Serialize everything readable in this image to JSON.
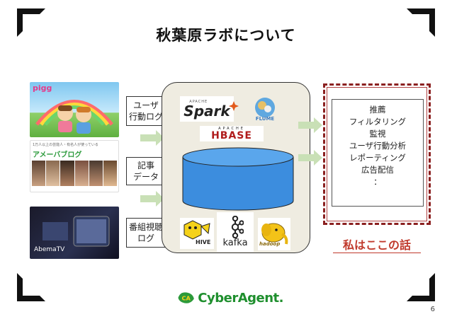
{
  "title": "秋葉原ラボについて",
  "services": [
    {
      "name": "pigg",
      "text": "pigg"
    },
    {
      "name": "ameba-blog",
      "text": "アメーバブログ",
      "tagline": "1万人以上の芸能人・有名人が使っている"
    },
    {
      "name": "abema-tv",
      "text": "AbemaTV"
    }
  ],
  "source_labels": [
    {
      "text": "ユーザ\n行動ログ"
    },
    {
      "text": "記事\nデータ"
    },
    {
      "text": "番組視聴\nログ"
    }
  ],
  "tech_logos": {
    "spark": {
      "prefix": "APACHE",
      "name": "Spark"
    },
    "flume": {
      "name": "FLUME"
    },
    "hbase": {
      "prefix": "APACHE",
      "name": "HBASE"
    },
    "hive": {
      "name": "HIVE"
    },
    "kafka": {
      "name": "kafka"
    },
    "hadoop": {
      "name": "hadoop"
    }
  },
  "use_cases": [
    "推薦",
    "フィルタリング",
    "監視",
    "ユーザ行動分析",
    "レポーティング",
    "広告配信",
    "："
  ],
  "highlight": "私はここの話",
  "brand": {
    "name": "CyberAgent.",
    "mark": "CA"
  },
  "page_number": "6",
  "colors": {
    "arrow": "#c9e0b6",
    "platform_bg": "#efece1",
    "db_fill": "#3c8dde",
    "highlight": "#c0392b",
    "brand": "#1f8f2e",
    "frame": "#8b2020"
  }
}
